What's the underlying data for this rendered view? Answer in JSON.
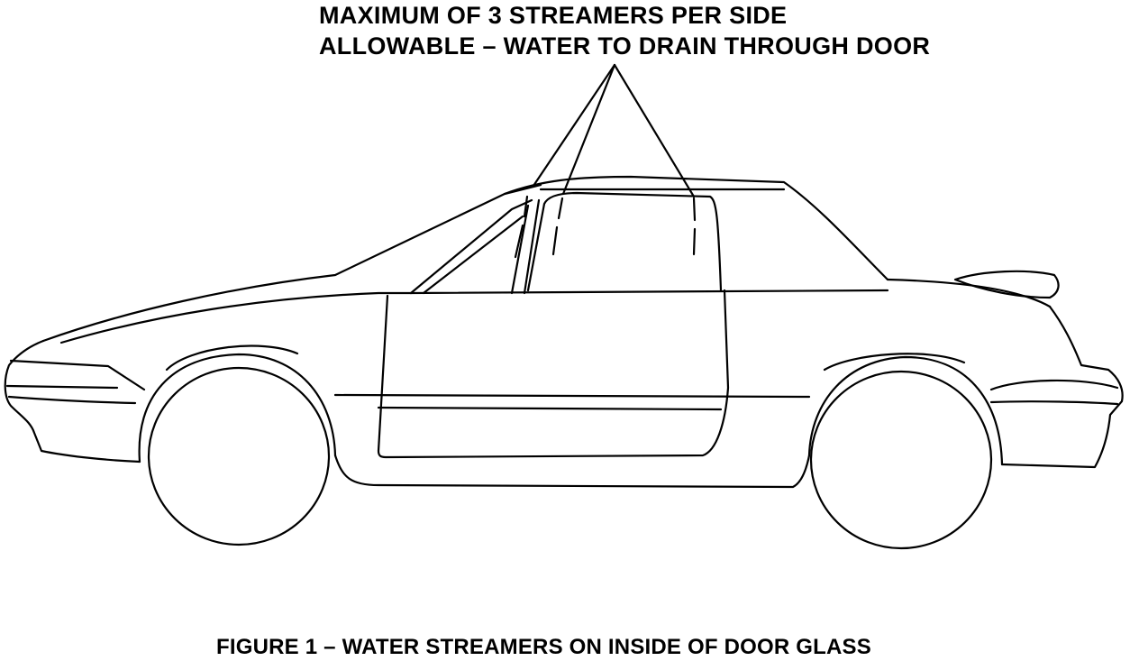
{
  "callout": {
    "line1": "MAXIMUM OF 3 STREAMERS PER SIDE",
    "line2": "ALLOWABLE – WATER TO DRAIN THROUGH DOOR"
  },
  "caption": "FIGURE 1 – WATER STREAMERS ON INSIDE OF DOOR GLASS",
  "streamer_count": 3
}
